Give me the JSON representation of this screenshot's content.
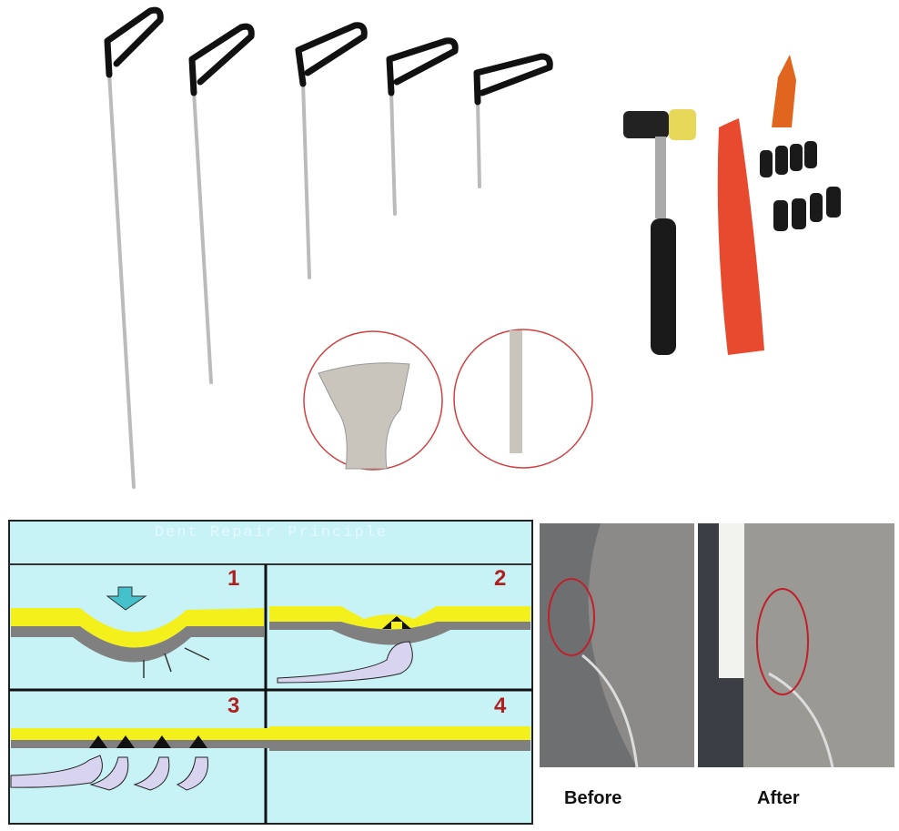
{
  "diagram": {
    "title": "Dent Repair Principle",
    "steps": [
      "1",
      "2",
      "3",
      "4"
    ],
    "colors": {
      "background": "#c8f3f6",
      "paint": "#f3f01c",
      "metal": "#808080",
      "tool": "#d8d4f0",
      "arrow_down": "#45c1cc",
      "number": "#b0201e"
    }
  },
  "photos": {
    "before_label": "Before",
    "after_label": "After",
    "highlight_color": "#c0202a"
  },
  "products": {
    "rods": 5,
    "items": [
      "hammer-icon",
      "wedge-icon",
      "knockdown-tips-icon"
    ]
  }
}
